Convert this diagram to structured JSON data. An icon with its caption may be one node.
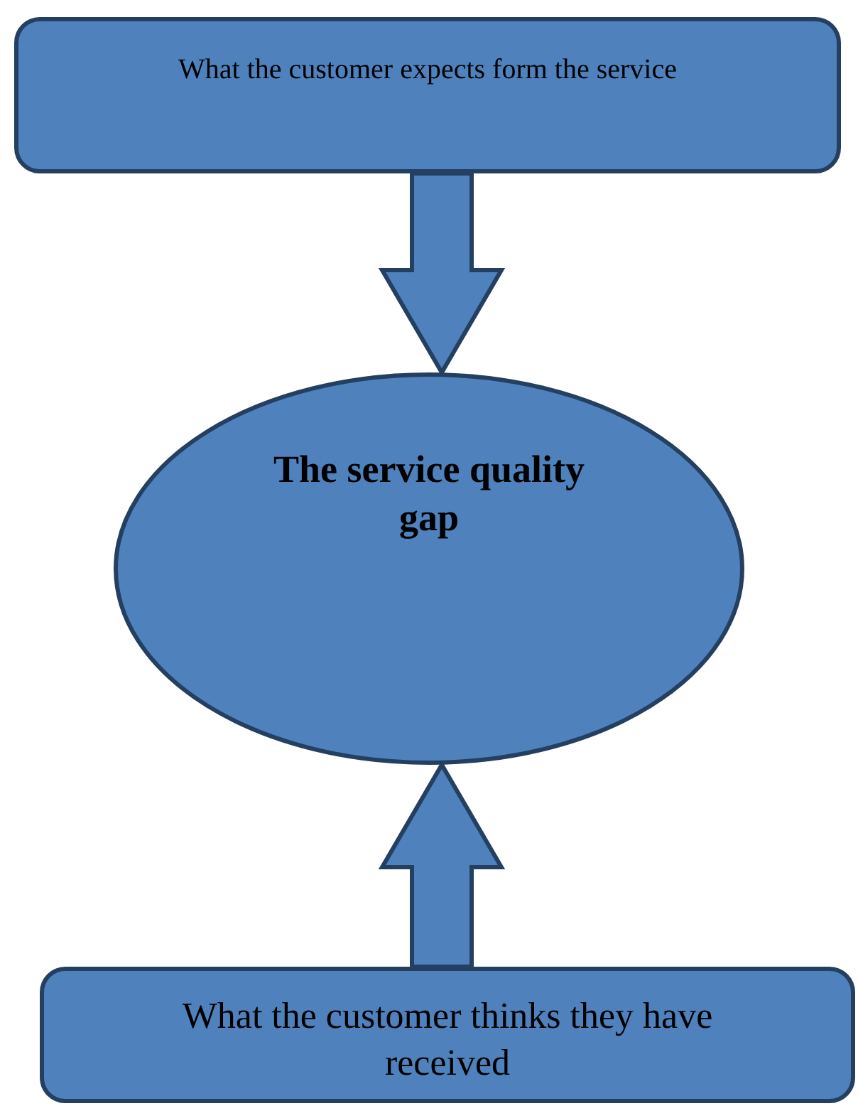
{
  "diagram": {
    "nodes": [
      {
        "text": [
          "What the customer expects form the service"
        ]
      },
      {
        "text": [
          "The service quality gap"
        ]
      },
      {
        "text": [
          "What the customer thinks they have received"
        ]
      }
    ],
    "edges": [
      {
        "from": 0,
        "to": 1,
        "arrow": "to"
      },
      {
        "from": 2,
        "to": 1,
        "arrow": "to"
      }
    ]
  }
}
